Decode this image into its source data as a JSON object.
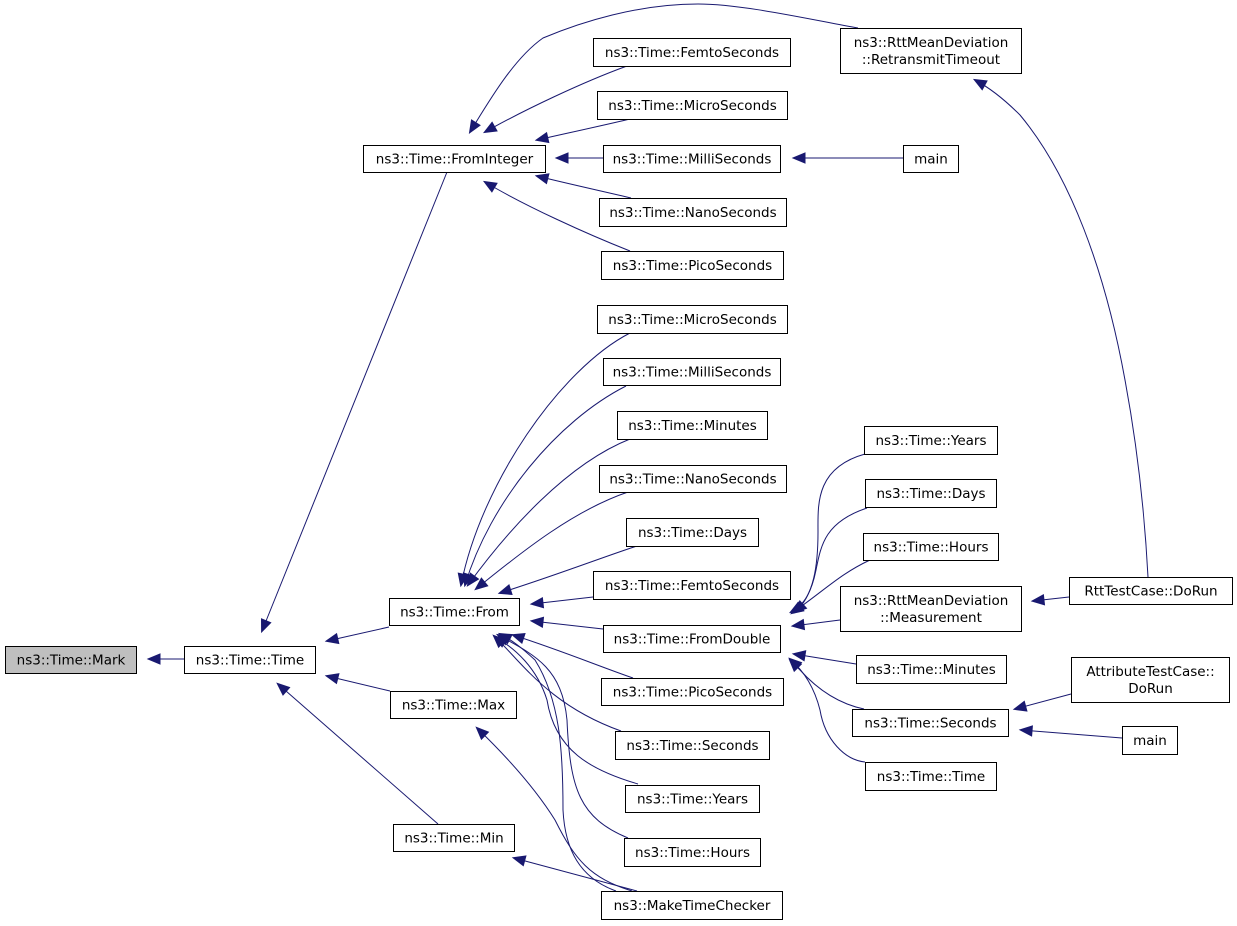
{
  "graph": {
    "nodes": [
      {
        "id": "mark",
        "lines": [
          "ns3::Time::Mark"
        ],
        "root": true
      },
      {
        "id": "time_ctor",
        "lines": [
          "ns3::Time::Time"
        ]
      },
      {
        "id": "frominteger",
        "lines": [
          "ns3::Time::FromInteger"
        ]
      },
      {
        "id": "from",
        "lines": [
          "ns3::Time::From"
        ]
      },
      {
        "id": "max",
        "lines": [
          "ns3::Time::Max"
        ]
      },
      {
        "id": "min",
        "lines": [
          "ns3::Time::Min"
        ]
      },
      {
        "id": "fi_femto",
        "lines": [
          "ns3::Time::FemtoSeconds"
        ]
      },
      {
        "id": "fi_micro",
        "lines": [
          "ns3::Time::MicroSeconds"
        ]
      },
      {
        "id": "fi_milli",
        "lines": [
          "ns3::Time::MilliSeconds"
        ]
      },
      {
        "id": "fi_nano",
        "lines": [
          "ns3::Time::NanoSeconds"
        ]
      },
      {
        "id": "fi_pico",
        "lines": [
          "ns3::Time::PicoSeconds"
        ]
      },
      {
        "id": "rtt_retx",
        "lines": [
          "ns3::RttMeanDeviation",
          "::RetransmitTimeout"
        ]
      },
      {
        "id": "main1",
        "lines": [
          "main"
        ]
      },
      {
        "id": "f_micro",
        "lines": [
          "ns3::Time::MicroSeconds"
        ]
      },
      {
        "id": "f_milli",
        "lines": [
          "ns3::Time::MilliSeconds"
        ]
      },
      {
        "id": "f_minutes",
        "lines": [
          "ns3::Time::Minutes"
        ]
      },
      {
        "id": "f_nano",
        "lines": [
          "ns3::Time::NanoSeconds"
        ]
      },
      {
        "id": "f_days",
        "lines": [
          "ns3::Time::Days"
        ]
      },
      {
        "id": "f_femto",
        "lines": [
          "ns3::Time::FemtoSeconds"
        ]
      },
      {
        "id": "fromdouble",
        "lines": [
          "ns3::Time::FromDouble"
        ]
      },
      {
        "id": "f_pico",
        "lines": [
          "ns3::Time::PicoSeconds"
        ]
      },
      {
        "id": "f_seconds",
        "lines": [
          "ns3::Time::Seconds"
        ]
      },
      {
        "id": "f_years",
        "lines": [
          "ns3::Time::Years"
        ]
      },
      {
        "id": "f_hours",
        "lines": [
          "ns3::Time::Hours"
        ]
      },
      {
        "id": "maketimechecker",
        "lines": [
          "ns3::MakeTimeChecker"
        ]
      },
      {
        "id": "fd_years",
        "lines": [
          "ns3::Time::Years"
        ]
      },
      {
        "id": "fd_days",
        "lines": [
          "ns3::Time::Days"
        ]
      },
      {
        "id": "fd_hours",
        "lines": [
          "ns3::Time::Hours"
        ]
      },
      {
        "id": "rtt_meas",
        "lines": [
          "ns3::RttMeanDeviation",
          "::Measurement"
        ]
      },
      {
        "id": "fd_minutes",
        "lines": [
          "ns3::Time::Minutes"
        ]
      },
      {
        "id": "fd_seconds",
        "lines": [
          "ns3::Time::Seconds"
        ]
      },
      {
        "id": "fd_time",
        "lines": [
          "ns3::Time::Time"
        ]
      },
      {
        "id": "rtt_testcase",
        "lines": [
          "RttTestCase::DoRun"
        ]
      },
      {
        "id": "attr_testcase",
        "lines": [
          "AttributeTestCase::",
          "DoRun"
        ]
      },
      {
        "id": "main2",
        "lines": [
          "main"
        ]
      }
    ],
    "edges": [
      [
        "time_ctor",
        "mark"
      ],
      [
        "frominteger",
        "time_ctor"
      ],
      [
        "from",
        "time_ctor"
      ],
      [
        "max",
        "time_ctor"
      ],
      [
        "min",
        "time_ctor"
      ],
      [
        "fi_femto",
        "frominteger"
      ],
      [
        "fi_micro",
        "frominteger"
      ],
      [
        "fi_milli",
        "frominteger"
      ],
      [
        "fi_nano",
        "frominteger"
      ],
      [
        "fi_pico",
        "frominteger"
      ],
      [
        "rtt_retx",
        "frominteger"
      ],
      [
        "main1",
        "fi_milli"
      ],
      [
        "rtt_testcase",
        "rtt_retx"
      ],
      [
        "f_micro",
        "from"
      ],
      [
        "f_milli",
        "from"
      ],
      [
        "f_minutes",
        "from"
      ],
      [
        "f_nano",
        "from"
      ],
      [
        "f_days",
        "from"
      ],
      [
        "f_femto",
        "from"
      ],
      [
        "fromdouble",
        "from"
      ],
      [
        "f_pico",
        "from"
      ],
      [
        "f_seconds",
        "from"
      ],
      [
        "f_years",
        "from"
      ],
      [
        "f_hours",
        "from"
      ],
      [
        "maketimechecker",
        "from"
      ],
      [
        "maketimechecker",
        "max"
      ],
      [
        "maketimechecker",
        "min"
      ],
      [
        "fd_years",
        "fromdouble"
      ],
      [
        "fd_days",
        "fromdouble"
      ],
      [
        "fd_hours",
        "fromdouble"
      ],
      [
        "rtt_meas",
        "fromdouble"
      ],
      [
        "fd_minutes",
        "fromdouble"
      ],
      [
        "fd_seconds",
        "fromdouble"
      ],
      [
        "fd_time",
        "fromdouble"
      ],
      [
        "rtt_testcase",
        "rtt_meas"
      ],
      [
        "attr_testcase",
        "fd_seconds"
      ],
      [
        "main2",
        "fd_seconds"
      ]
    ]
  }
}
